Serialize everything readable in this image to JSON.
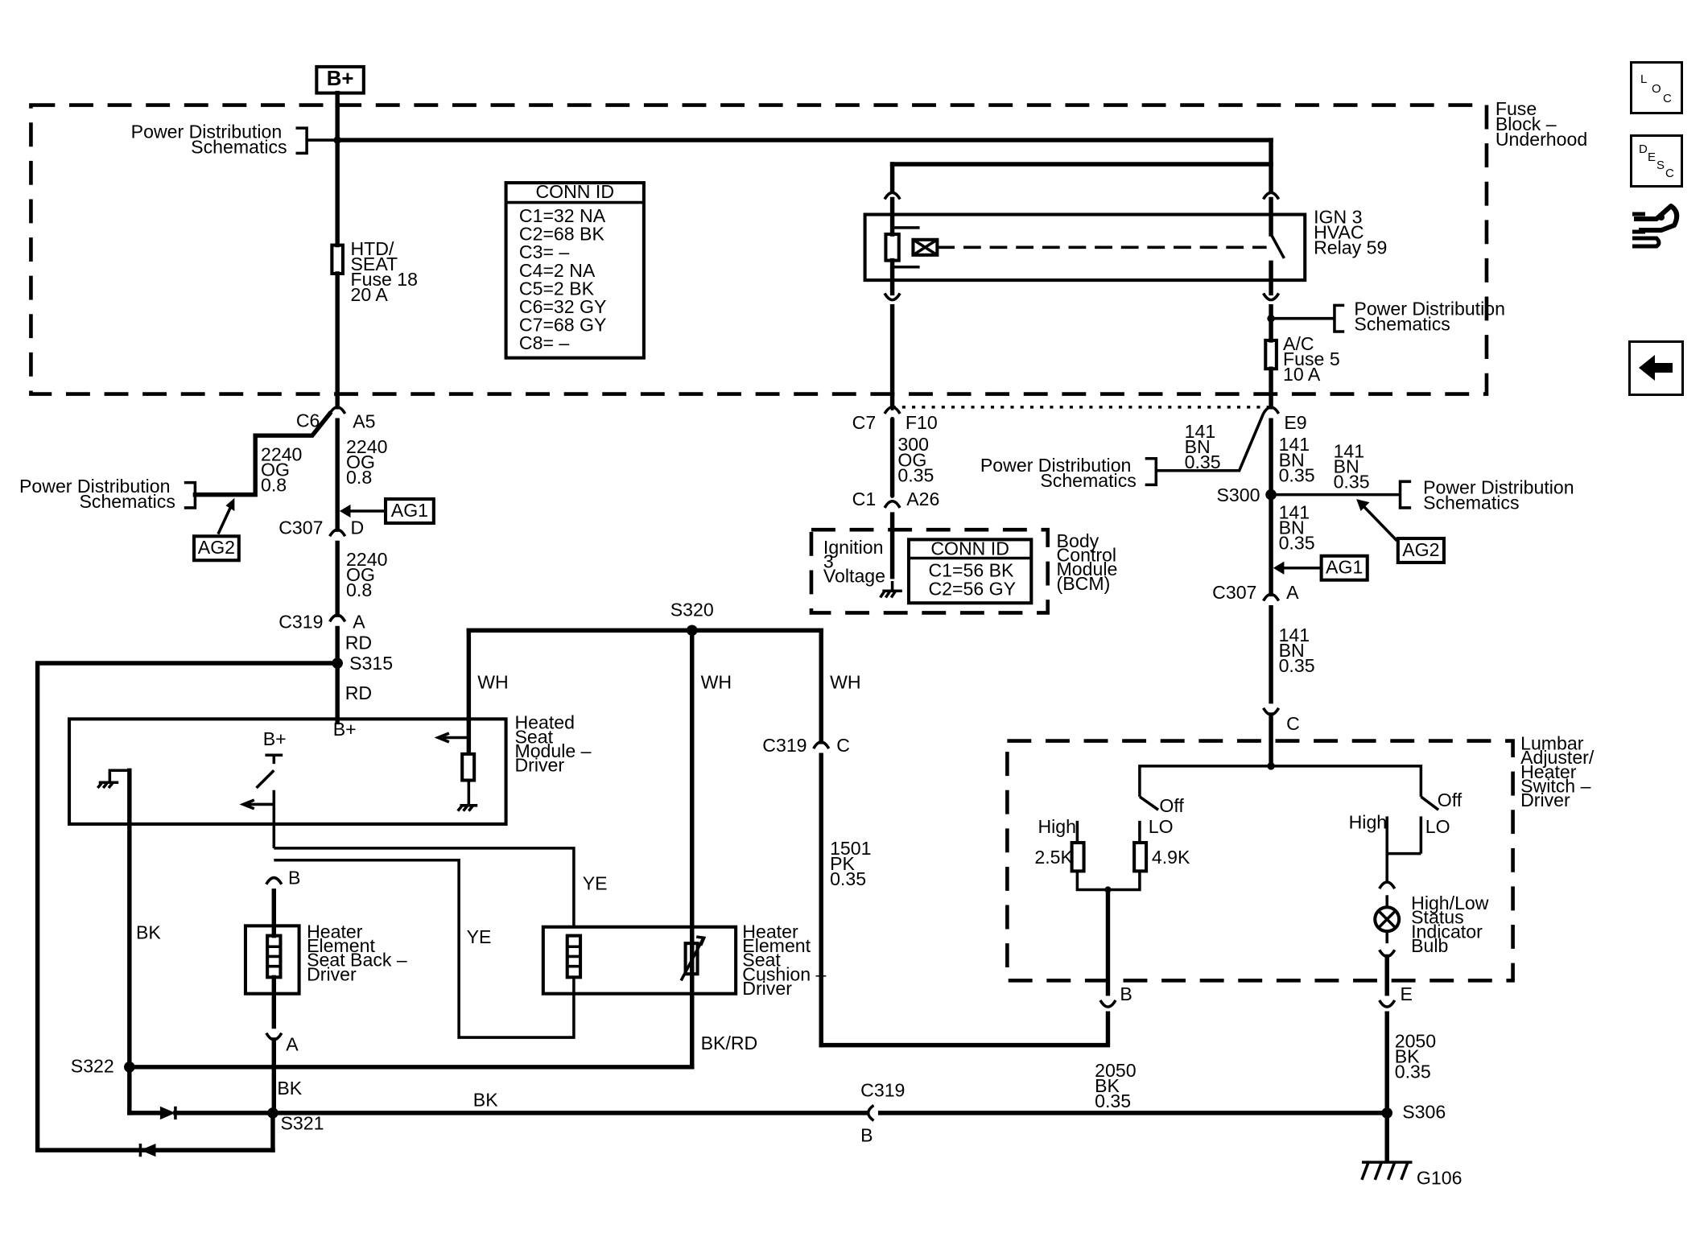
{
  "top": {
    "bplus": "B+",
    "pds_left": [
      "Power Distribution",
      "Schematics"
    ]
  },
  "fuse_block": [
    "Fuse",
    "Block –",
    "Underhood"
  ],
  "fuse18": [
    "HTD/",
    "SEAT",
    "Fuse 18",
    "20 A"
  ],
  "conn_id_box": {
    "title": "CONN ID",
    "rows": [
      "C1=32 NA",
      "C2=68 BK",
      "C3= –",
      "C4=2 NA",
      "C5=2 BK",
      "C6=32 GY",
      "C7=68 GY",
      "C8= –"
    ]
  },
  "relay": [
    "IGN 3",
    "HVAC",
    "Relay 59"
  ],
  "pds_relay": [
    "Power Distribution",
    "Schematics"
  ],
  "fuse5": [
    "A/C",
    "Fuse 5",
    "10 A"
  ],
  "conn": {
    "c6": "C6",
    "a5": "A5",
    "c7": "C7",
    "f10": "F10",
    "e9": "E9",
    "c1": "C1",
    "a26": "A26",
    "c307_l": "C307",
    "d": "D",
    "c307_r": "C307",
    "a_r": "A",
    "c319_l": "C319",
    "a_l": "A",
    "c319_m": "C319",
    "c_m": "C",
    "c_r": "C",
    "b_hs": "B",
    "a_hs": "A",
    "b_lum": "B",
    "e_lum": "E",
    "c319_b": "C319",
    "b_bot": "B"
  },
  "wire_2240_left": [
    "2240",
    "OG",
    "0.8"
  ],
  "wire_2240_a": [
    "2240",
    "OG",
    "0.8"
  ],
  "wire_2240_b": [
    "2240",
    "OG",
    "0.8"
  ],
  "pds_ag2_left": [
    "Power Distribution",
    "Schematics"
  ],
  "ag1": "AG1",
  "ag2": "AG2",
  "wire_300": [
    "300",
    "OG",
    "0.35"
  ],
  "bcm": {
    "input": [
      "Ignition",
      "3",
      "Voltage"
    ],
    "conn_title": "CONN ID",
    "conn_rows": [
      "C1=56 BK",
      "C2=56 GY"
    ],
    "label": [
      "Body",
      "Control",
      "Module",
      "(BCM)"
    ]
  },
  "wire_141_pd": [
    "141",
    "BN",
    "0.35"
  ],
  "pds_141": [
    "Power Distribution",
    "Schematics"
  ],
  "wire_141_a": [
    "141",
    "BN",
    "0.35"
  ],
  "wire_141_right": [
    "141",
    "BN",
    "0.35"
  ],
  "pds_right": [
    "Power Distribution",
    "Schematics"
  ],
  "s300": "S300",
  "wire_141_b": [
    "141",
    "BN",
    "0.35"
  ],
  "wire_141_c": [
    "141",
    "BN",
    "0.35"
  ],
  "rd_top": "RD",
  "s315": "S315",
  "rd_bot": "RD",
  "s320": "S320",
  "wh": [
    "WH",
    "WH",
    "WH"
  ],
  "heated_seat_module": [
    "Heated",
    "Seat",
    "Module –",
    "Driver"
  ],
  "hsm_bplus": "B+",
  "hsm_sw_bplus": "B+",
  "wire_1501": [
    "1501",
    "PK",
    "0.35"
  ],
  "lumbar": [
    "Lumbar",
    "Adjuster/",
    "Heater",
    "Switch –",
    "Driver"
  ],
  "lumbar_sw": {
    "off1": "Off",
    "lo1": "LO",
    "high1": "High",
    "r1": "2.5K",
    "r2": "4.9K",
    "high2": "High",
    "off2": "Off",
    "lo2": "LO"
  },
  "bulb": [
    "High/Low",
    "Status",
    "Indicator",
    "Bulb"
  ],
  "seat_back": [
    "Heater",
    "Element",
    "Seat Back –",
    "Driver"
  ],
  "seat_cushion": [
    "Heater",
    "Element",
    "Seat",
    "Cushion –",
    "Driver"
  ],
  "ye": [
    "YE",
    "YE"
  ],
  "bk_left": "BK",
  "bkrd": "BK/RD",
  "s322": "S322",
  "s321": "S321",
  "bk_s321": "BK",
  "bk_bottom": "BK",
  "wire_2050_mid": [
    "2050",
    "BK",
    "0.35"
  ],
  "wire_2050_right": [
    "2050",
    "BK",
    "0.35"
  ],
  "s306": "S306",
  "g106": "G106",
  "nav": {
    "loc": [
      "L",
      "O",
      "C"
    ],
    "desc": [
      "D",
      "E",
      "S",
      "C"
    ]
  },
  "icons": [
    "loc-icon",
    "desc-icon",
    "connector-end-view-icon",
    "back-arrow-icon"
  ]
}
